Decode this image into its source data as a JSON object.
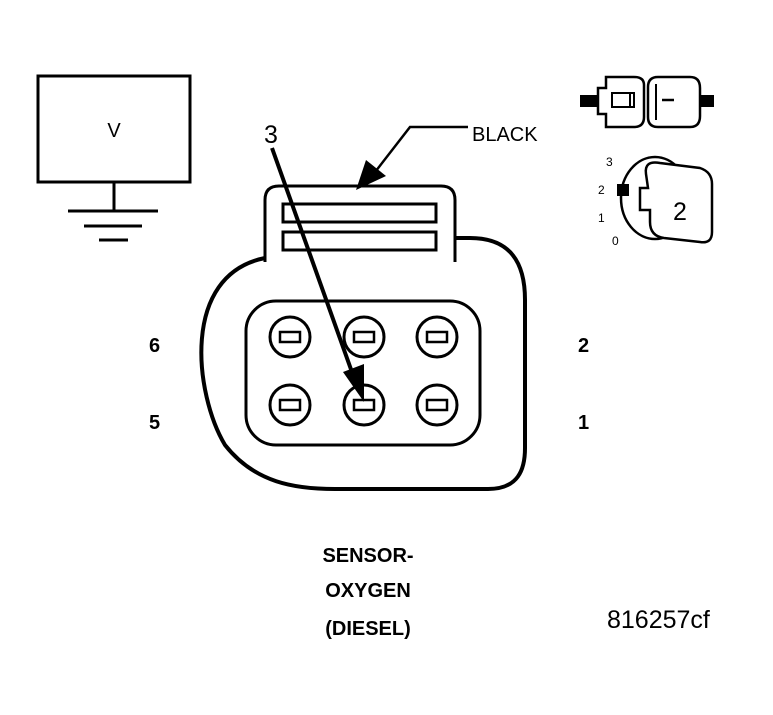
{
  "voltmeter": {
    "symbol": "V"
  },
  "wire_color": {
    "label": "BLACK"
  },
  "probe_pin": {
    "label": "3"
  },
  "pin_labels": {
    "p6": "6",
    "p5": "5",
    "p2": "2",
    "p1": "1"
  },
  "ignition_key": {
    "positions": [
      "3",
      "2",
      "1",
      "0"
    ],
    "selected": "2"
  },
  "caption": {
    "line1": "SENSOR-",
    "line2": "OXYGEN",
    "line3": "(DIESEL)"
  },
  "figure_code": "816257cf"
}
